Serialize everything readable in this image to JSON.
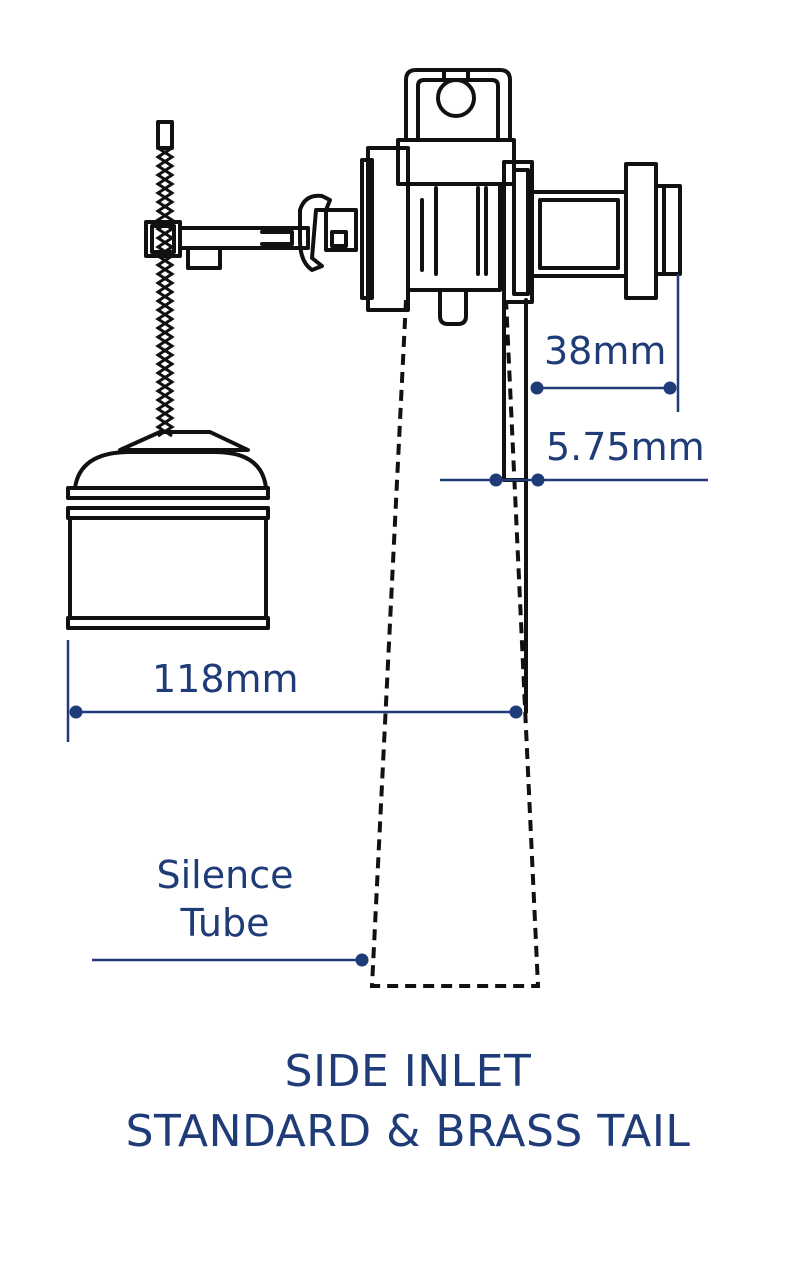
{
  "dimensions": {
    "tail_length": "38mm",
    "tail_offset": "5.75mm",
    "float_reach": "118mm"
  },
  "labels": {
    "silence_tube_line1": "Silence",
    "silence_tube_line2": "Tube"
  },
  "caption": {
    "line1": "SIDE INLET",
    "line2": "STANDARD & BRASS TAIL"
  },
  "colors": {
    "annotation": "#1f3c78",
    "outline": "#111111"
  }
}
